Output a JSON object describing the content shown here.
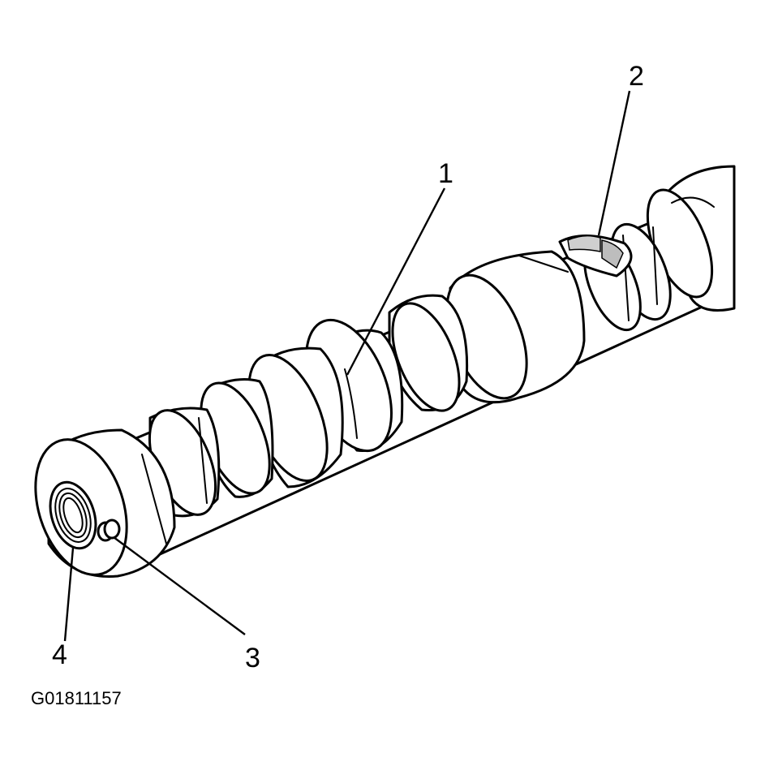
{
  "diagram": {
    "subject": "camshaft",
    "figure_code": "G01811157",
    "callouts": [
      {
        "number": "1",
        "target": "lobe"
      },
      {
        "number": "2",
        "target": "reluctor-ring-marking"
      },
      {
        "number": "3",
        "target": "dowel-pin"
      },
      {
        "number": "4",
        "target": "threaded-bolt-hole"
      }
    ]
  }
}
